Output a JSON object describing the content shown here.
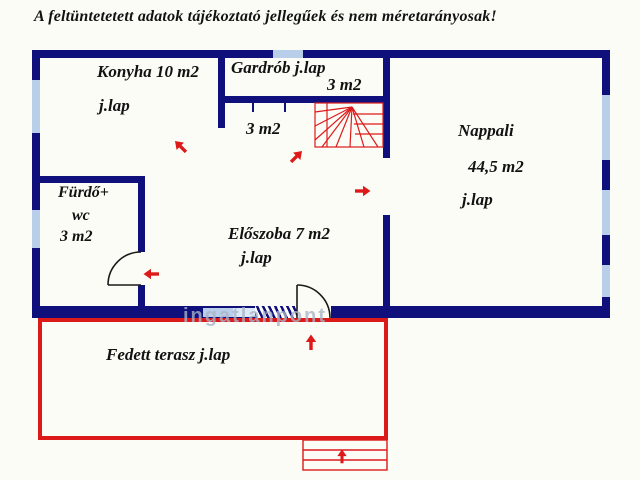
{
  "title": "A feltüntetetett adatok tájékoztató jellegűek és nem méretarányosak!",
  "watermark_text": "ingatlanpont",
  "colors": {
    "wall": "#10107d",
    "window": "#b9cfe9",
    "red": "#dd1a1a",
    "text": "#121212",
    "bg": "#fcfcf6",
    "watermark": "#a9b4c8"
  },
  "rooms": {
    "konyha": {
      "name": "Konyha 10 m2",
      "floor": "j.lap"
    },
    "gardrob": {
      "name": "Gardrób j.lap",
      "area": "3 m2"
    },
    "kamra": {
      "area": "3 m2"
    },
    "nappali": {
      "name": "Nappali",
      "area": "44,5 m2",
      "floor": "j.lap"
    },
    "furdo": {
      "name": "Fürdő+",
      "name2": "wc",
      "area": "3 m2"
    },
    "eloszoba": {
      "name": "Előszoba 7 m2",
      "floor": "j.lap"
    },
    "terasz": {
      "name": "Fedett terasz j.lap"
    }
  },
  "icons": {
    "stairs": "winder-staircase (red fan of treads)",
    "door": "door-swing-arc (black quarter circle)",
    "arrow": "red direction arrow",
    "steps": "entry steps with up arrow",
    "window": "light-blue wall segment"
  }
}
